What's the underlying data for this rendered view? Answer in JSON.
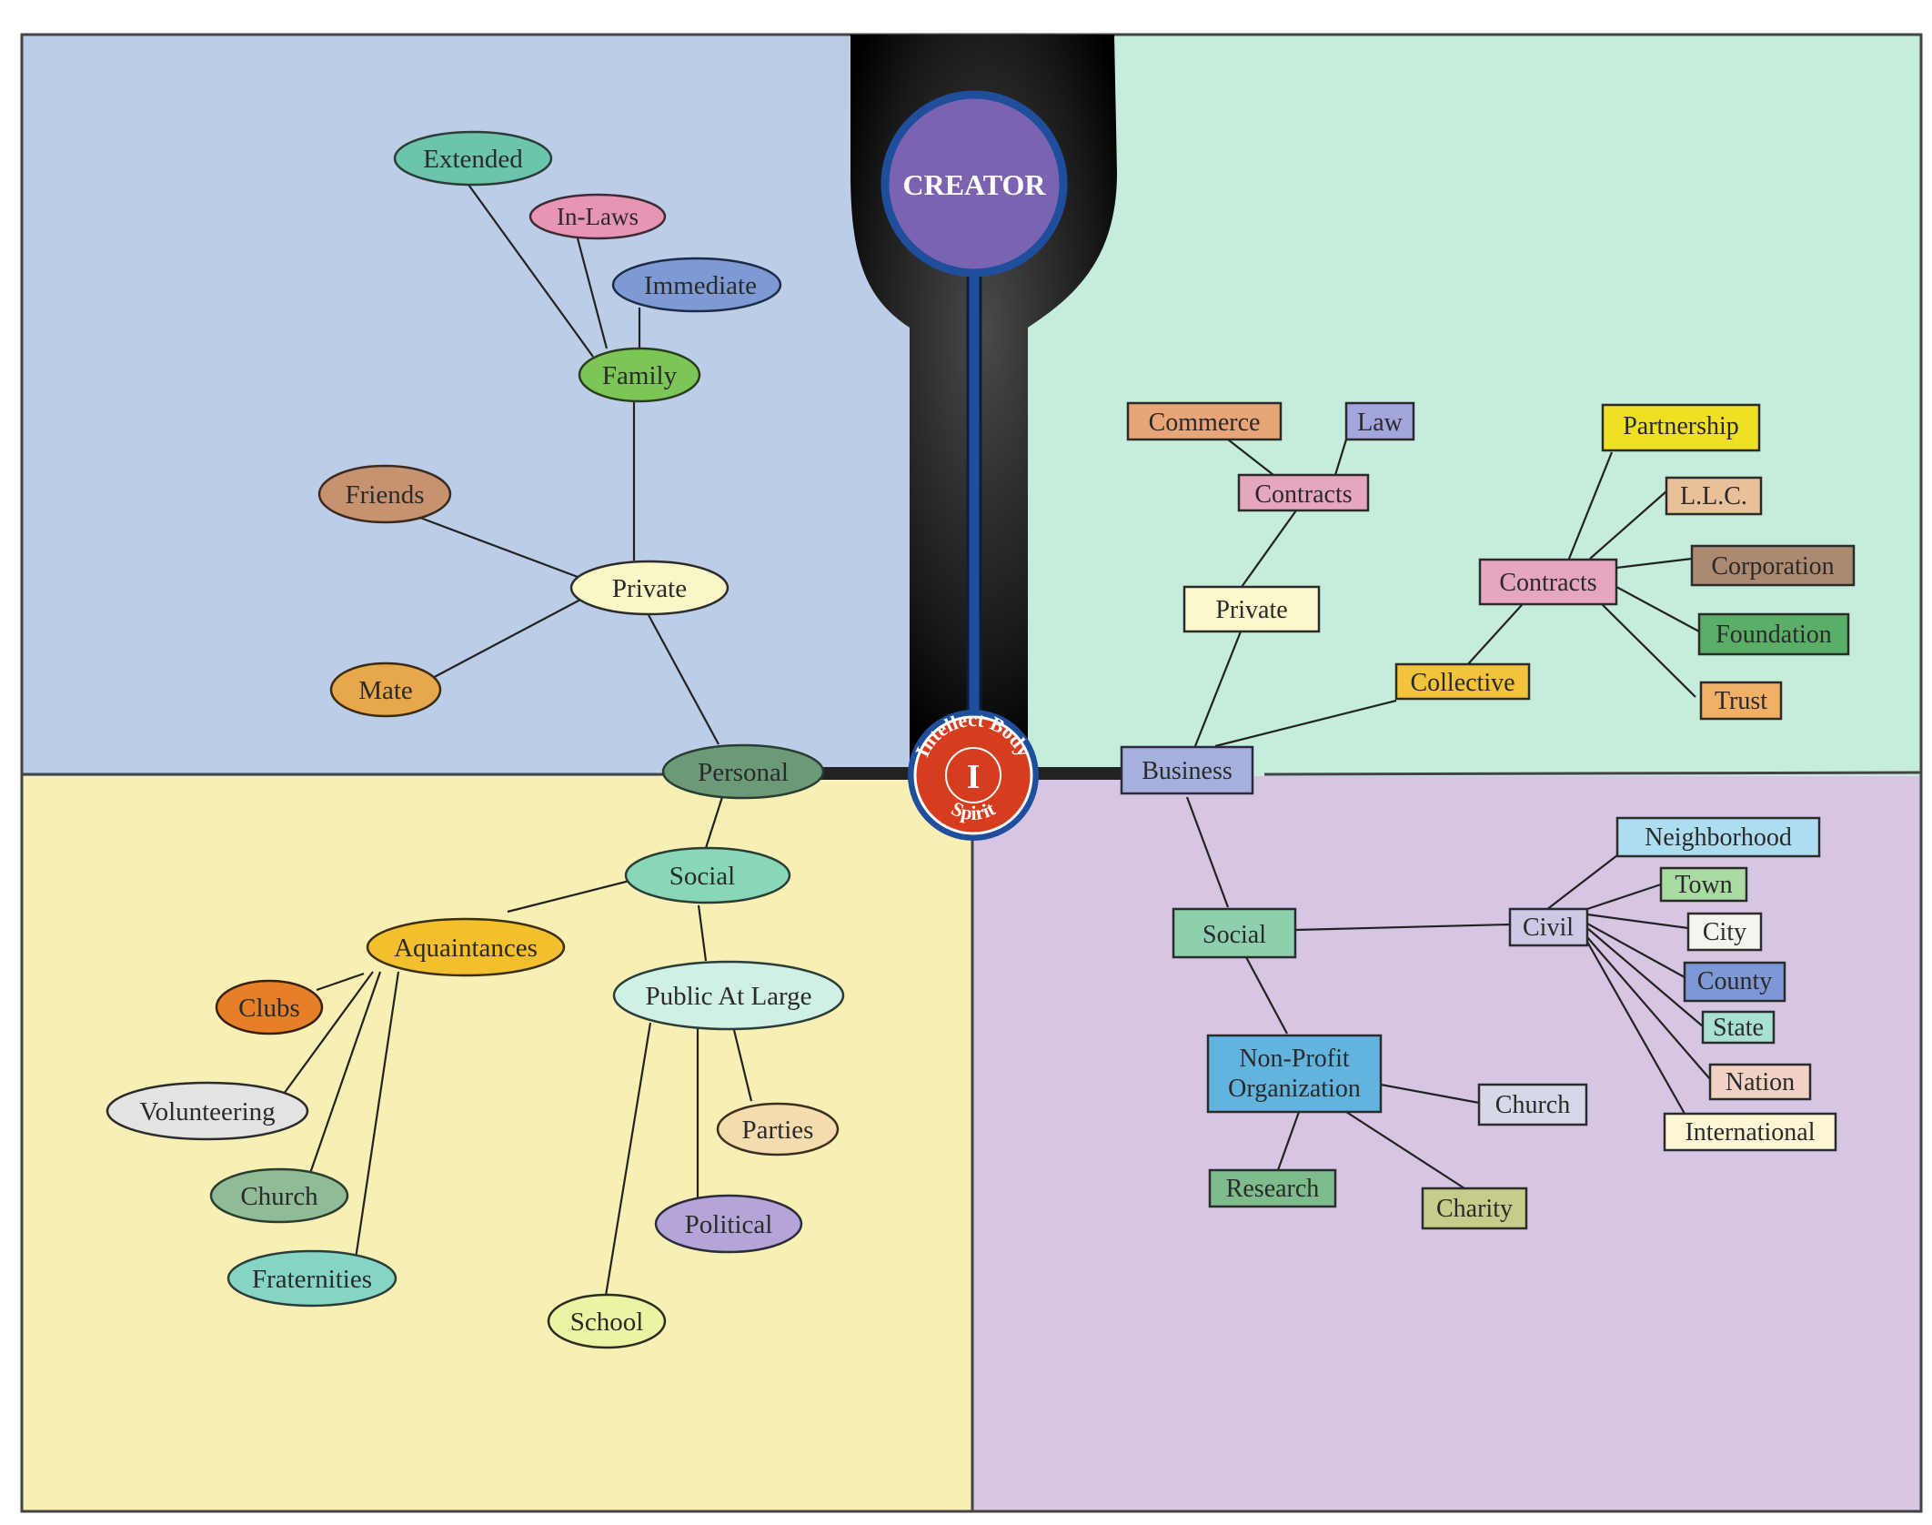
{
  "colors": {
    "family_quadrant": "#bccde8",
    "business_quadrant": "#c6ecdc",
    "social_quadrant": "#f8efb4",
    "civil_quadrant": "#d6c6e4",
    "axis": "#222222",
    "creator_fill": "#7a63b0",
    "creator_ring": "#1f4e9c",
    "center_fill": "#d63c1e"
  },
  "creator": {
    "label": "CREATOR"
  },
  "center": {
    "label": "I",
    "ring_text_top": "Intellect Body",
    "ring_text_bottom": "Spirit"
  },
  "personal_branch": {
    "root": "Personal",
    "private": "Private",
    "family": "Family",
    "extended": "Extended",
    "in_laws": "In-Laws",
    "immediate": "Immediate",
    "friends": "Friends",
    "mate": "Mate",
    "social": "Social",
    "aquaintances": "Aquaintances",
    "clubs": "Clubs",
    "volunteering": "Volunteering",
    "church": "Church",
    "fraternities": "Fraternities",
    "public_at_large": "Public At Large",
    "parties": "Parties",
    "political": "Political",
    "school": "School"
  },
  "business_branch": {
    "root": "Business",
    "private": "Private",
    "contracts_private": "Contracts",
    "commerce": "Commerce",
    "law": "Law",
    "collective": "Collective",
    "contracts_collective": "Contracts",
    "partnership": "Partnership",
    "llc": "L.L.C.",
    "corporation": "Corporation",
    "foundation": "Foundation",
    "trust": "Trust",
    "social": "Social",
    "civil": "Civil",
    "neighborhood": "Neighborhood",
    "town": "Town",
    "city": "City",
    "county": "County",
    "state": "State",
    "nation": "Nation",
    "international": "International",
    "nonprofit_line1": "Non-Profit",
    "nonprofit_line2": "Organization",
    "church": "Church",
    "research": "Research",
    "charity": "Charity"
  }
}
